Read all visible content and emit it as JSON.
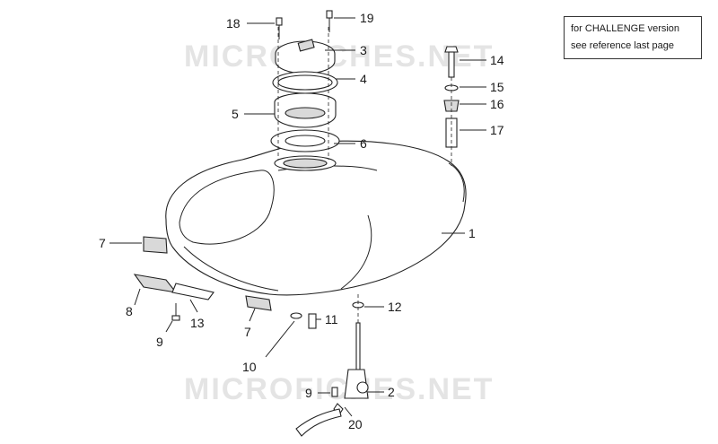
{
  "note": {
    "line1": "for CHALLENGE version",
    "line2": "see reference last page"
  },
  "watermark": "MICROFICHES.NET",
  "callouts": {
    "c1": "1",
    "c2": "2",
    "c3": "3",
    "c4": "4",
    "c5": "5",
    "c6": "6",
    "c7a": "7",
    "c7b": "7",
    "c8": "8",
    "c9a": "9",
    "c9b": "9",
    "c10": "10",
    "c11": "11",
    "c12": "12",
    "c13": "13",
    "c14": "14",
    "c15": "15",
    "c16": "16",
    "c17": "17",
    "c18": "18",
    "c19": "19",
    "c20": "20"
  }
}
